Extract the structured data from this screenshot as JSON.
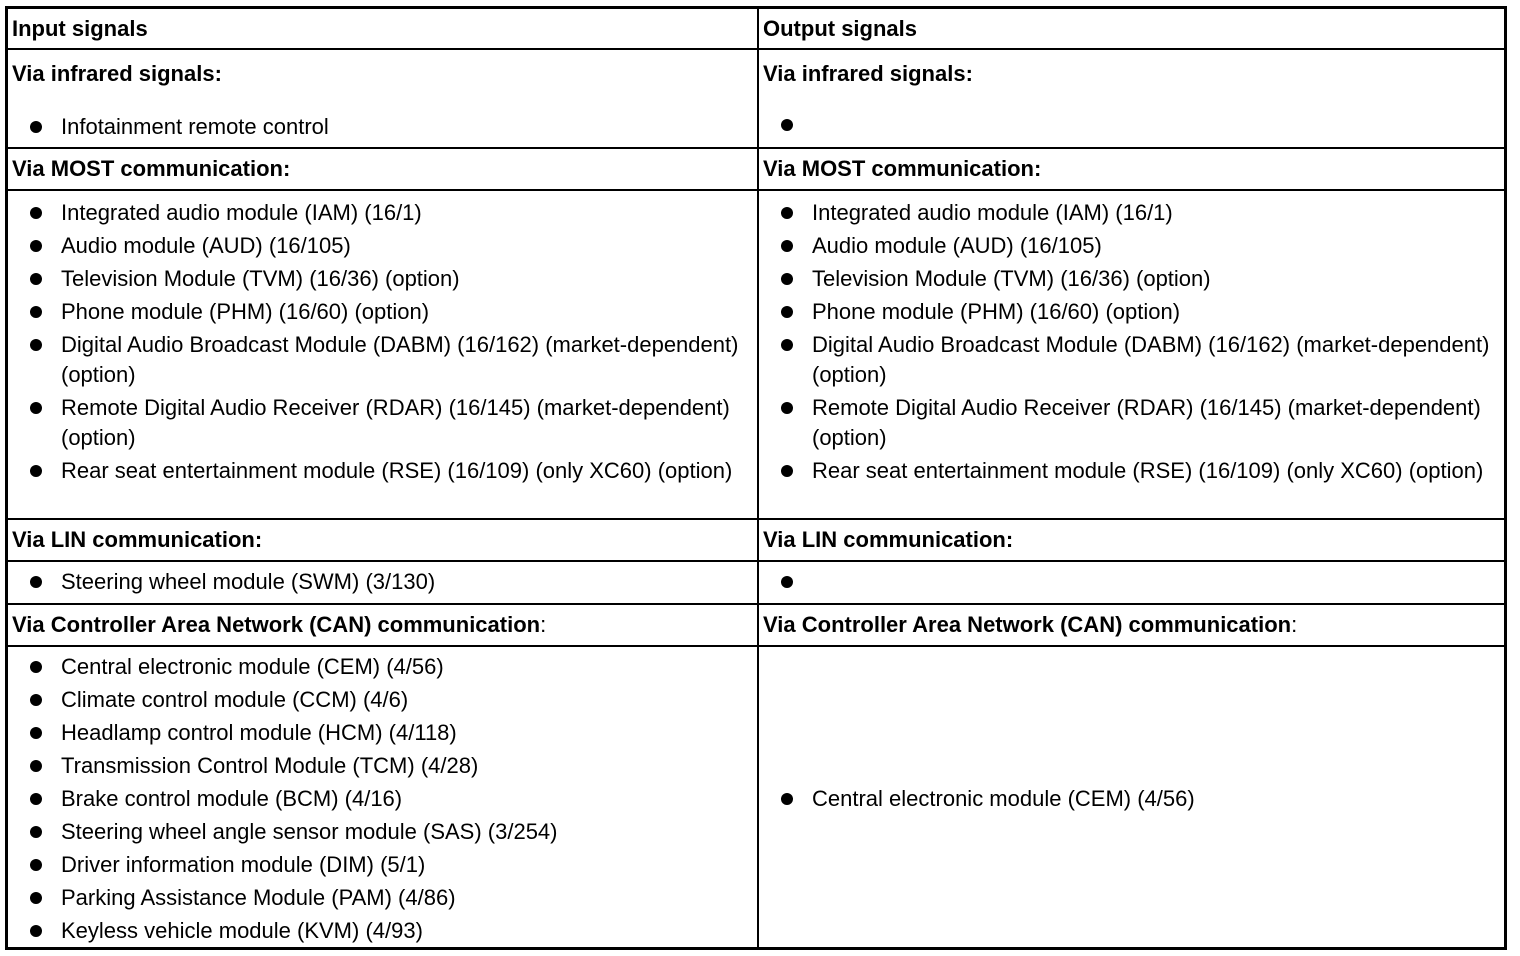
{
  "table": {
    "headers": {
      "input": "Input signals",
      "output": "Output signals"
    },
    "sections": [
      {
        "title": "Via infrared signals:",
        "input_items": [
          "Infotainment remote control"
        ],
        "output_items": [
          ""
        ]
      },
      {
        "title": "Via MOST communication:",
        "input_items": [
          "Integrated audio module (IAM) (16/1)",
          "Audio module (AUD) (16/105)",
          "Television Module (TVM) (16/36) (option)",
          "Phone module (PHM) (16/60) (option)",
          "Digital Audio Broadcast Module (DABM) (16/162) (market-dependent) (option)",
          "Remote Digital Audio Receiver (RDAR) (16/145) (market-dependent) (option)",
          "Rear seat entertainment module (RSE) (16/109) (only XC60) (option)"
        ],
        "output_items": [
          "Integrated audio module (IAM) (16/1)",
          "Audio module (AUD) (16/105)",
          "Television Module (TVM) (16/36) (option)",
          "Phone module (PHM) (16/60) (option)",
          "Digital Audio Broadcast Module (DABM) (16/162) (market-dependent) (option)",
          "Remote Digital Audio Receiver (RDAR) (16/145) (market-dependent) (option)",
          "Rear seat entertainment module (RSE) (16/109) (only XC60) (option)"
        ]
      },
      {
        "title": "Via LIN communication:",
        "input_items": [
          "Steering wheel module (SWM) (3/130)"
        ],
        "output_items": [
          ""
        ]
      },
      {
        "title_bold": "Via Controller Area Network (CAN) communication",
        "title_rest": ":",
        "input_items": [
          "Central electronic module (CEM) (4/56)",
          "Climate control module (CCM) (4/6)",
          "Headlamp control module (HCM) (4/118)",
          "Transmission Control Module (TCM) (4/28)",
          "Brake control module (BCM) (4/16)",
          "Steering wheel angle sensor module (SAS) (3/254)",
          "Driver information module (DIM) (5/1)",
          "Parking Assistance Module (PAM) (4/86)",
          "Keyless vehicle module (KVM) (4/93)"
        ],
        "output_items": [
          "Central electronic module (CEM) (4/56)"
        ]
      }
    ]
  }
}
